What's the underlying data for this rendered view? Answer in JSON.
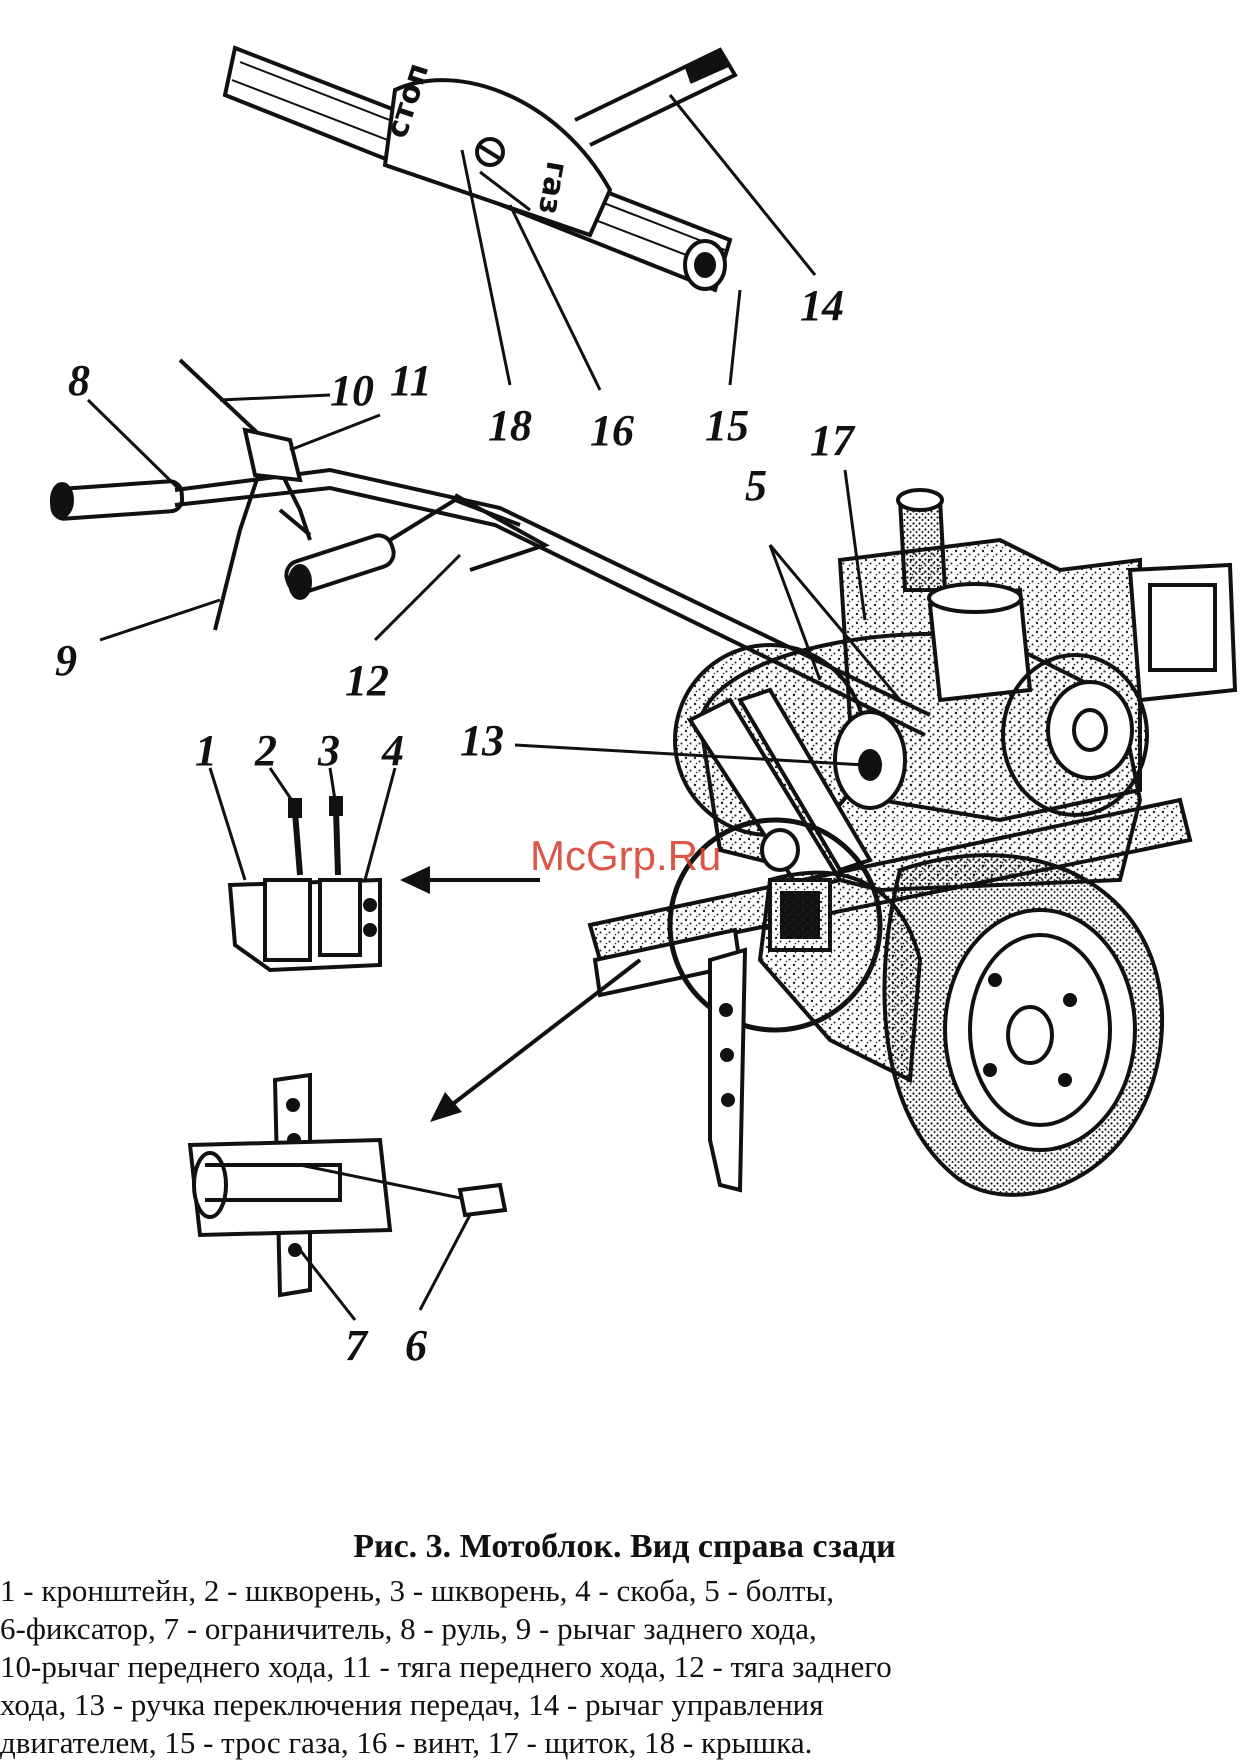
{
  "stamps": {
    "stop": "стоп",
    "gas": "газ"
  },
  "watermark": "McGrp.Ru",
  "callouts": [
    {
      "id": "1",
      "text": "1"
    },
    {
      "id": "2",
      "text": "2"
    },
    {
      "id": "3",
      "text": "3"
    },
    {
      "id": "4",
      "text": "4"
    },
    {
      "id": "5",
      "text": "5"
    },
    {
      "id": "6",
      "text": "6"
    },
    {
      "id": "7",
      "text": "7"
    },
    {
      "id": "8",
      "text": "8"
    },
    {
      "id": "9",
      "text": "9"
    },
    {
      "id": "10",
      "text": "10"
    },
    {
      "id": "11",
      "text": "11"
    },
    {
      "id": "12",
      "text": "12"
    },
    {
      "id": "13",
      "text": "13"
    },
    {
      "id": "14",
      "text": "14"
    },
    {
      "id": "15",
      "text": "15"
    },
    {
      "id": "16",
      "text": "16"
    },
    {
      "id": "17",
      "text": "17"
    },
    {
      "id": "18",
      "text": "18"
    }
  ],
  "caption": {
    "title": "Рис. 3. Мотоблок. Вид справа сзади",
    "lines": [
      "1 - кронштейн, 2 - шкворень, 3 - шкворень, 4 - скоба, 5 - болты,",
      "6-фиксатор, 7 - ограничитель, 8 - руль, 9 - рычаг заднего хода,",
      "10-рычаг переднего хода, 11 - тяга переднего хода, 12 - тяга заднего",
      "хода, 13 - ручка переключения передач, 14 - рычаг управления",
      "двигателем, 15 - трос газа, 16 - винт, 17 - щиток, 18 - крышка."
    ]
  }
}
